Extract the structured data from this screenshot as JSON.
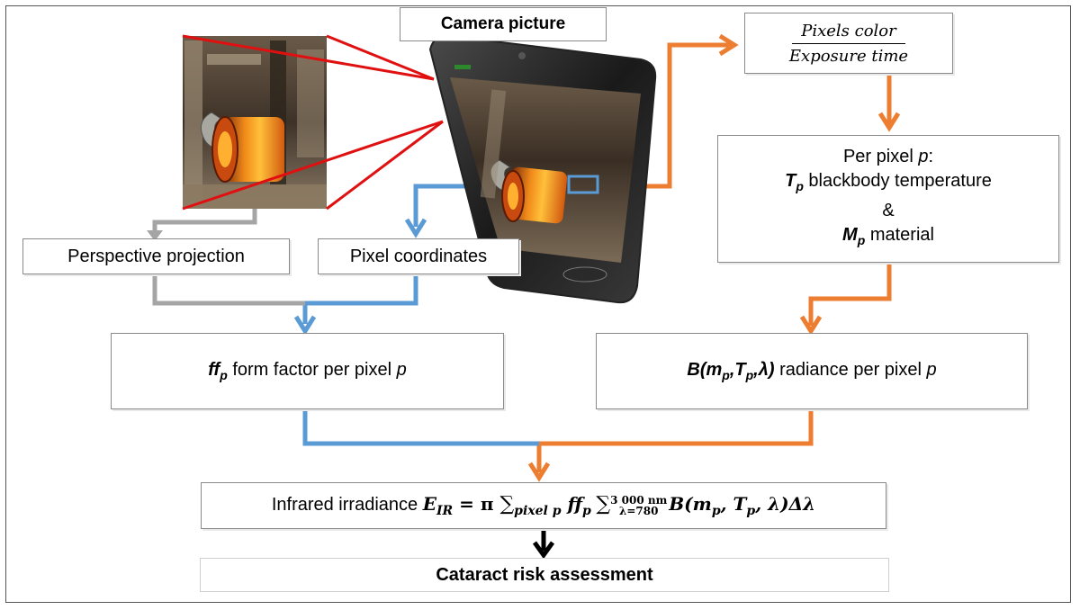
{
  "camera_label": "Camera picture",
  "perspective_label": "Perspective projection",
  "pixel_coords_label": "Pixel coordinates",
  "exposure": {
    "numerator": "Pixels color",
    "denominator": "Exposure time"
  },
  "per_pixel": {
    "heading_prefix": "Per pixel ",
    "heading_var": "p",
    "heading_suffix": ":",
    "t_symbol": "T",
    "t_sub": "p",
    "t_text": " blackbody temperature",
    "ampersand": "&",
    "m_symbol": "M",
    "m_sub": "p",
    "m_text": " material"
  },
  "form_factor": {
    "symbol": "ff",
    "sub": "p",
    "text": " form factor per pixel ",
    "var": "p"
  },
  "radiance": {
    "symbol_prefix": "B(m",
    "sub1": "p",
    "mid": ",T",
    "sub2": "p",
    "suffix": ",λ)",
    "text": " radiance per pixel ",
    "var": "p"
  },
  "irradiance": {
    "text": "Infrared irradiance ",
    "e": "E",
    "e_sub": "IR",
    "eq": " = π ",
    "sum1_sub": "pixel p",
    "ff": " ff",
    "ff_sub": "p",
    "sum2_top": "3 000 nm",
    "sum2_bottom": "λ=780",
    "b_prefix": "B(m",
    "b_sub1": "p",
    "b_mid": ", T",
    "b_sub2": "p",
    "b_suffix": ", λ)Δλ"
  },
  "result_label": "Cataract risk assessment",
  "colors": {
    "orange": "#ed7d31",
    "blue": "#5b9bd5",
    "grey": "#a5a5a5",
    "red": "#e01010",
    "black": "#000000",
    "border": "#8a8a8a"
  },
  "icons": [
    "photo-crop",
    "smartphone"
  ]
}
